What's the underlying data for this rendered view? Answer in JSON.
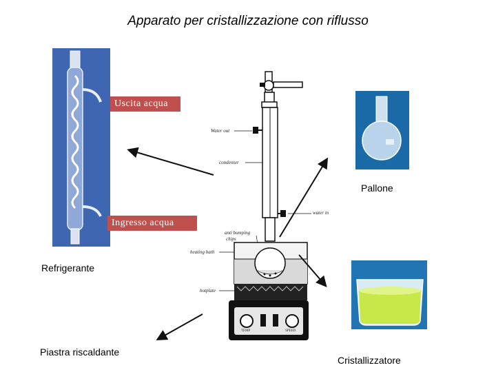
{
  "title": "Apparato per cristallizzazione con riflusso",
  "labels": {
    "uscita_acqua": "Uscita acqua",
    "ingresso_acqua": "Ingresso acqua",
    "refrigerante": "Refrigerante",
    "pallone": "Pallone",
    "piastra": "Piastra riscaldante",
    "cristallizzatore": "Cristallizzatore"
  },
  "apparatus_labels": {
    "water_out": "Water out",
    "condenser": "condenser",
    "water_in": "water in",
    "anti_bumping_1": "anti bumping",
    "anti_bumping_2": "chips",
    "heating_bath": "heating bath",
    "hotplate": "hotplate",
    "knob_left": "TEMP",
    "knob_right": "SPEED"
  },
  "colors": {
    "label_bg": "#c0504d",
    "liquid": "#c8e84a",
    "photo_bg": "#4a6fb5"
  }
}
